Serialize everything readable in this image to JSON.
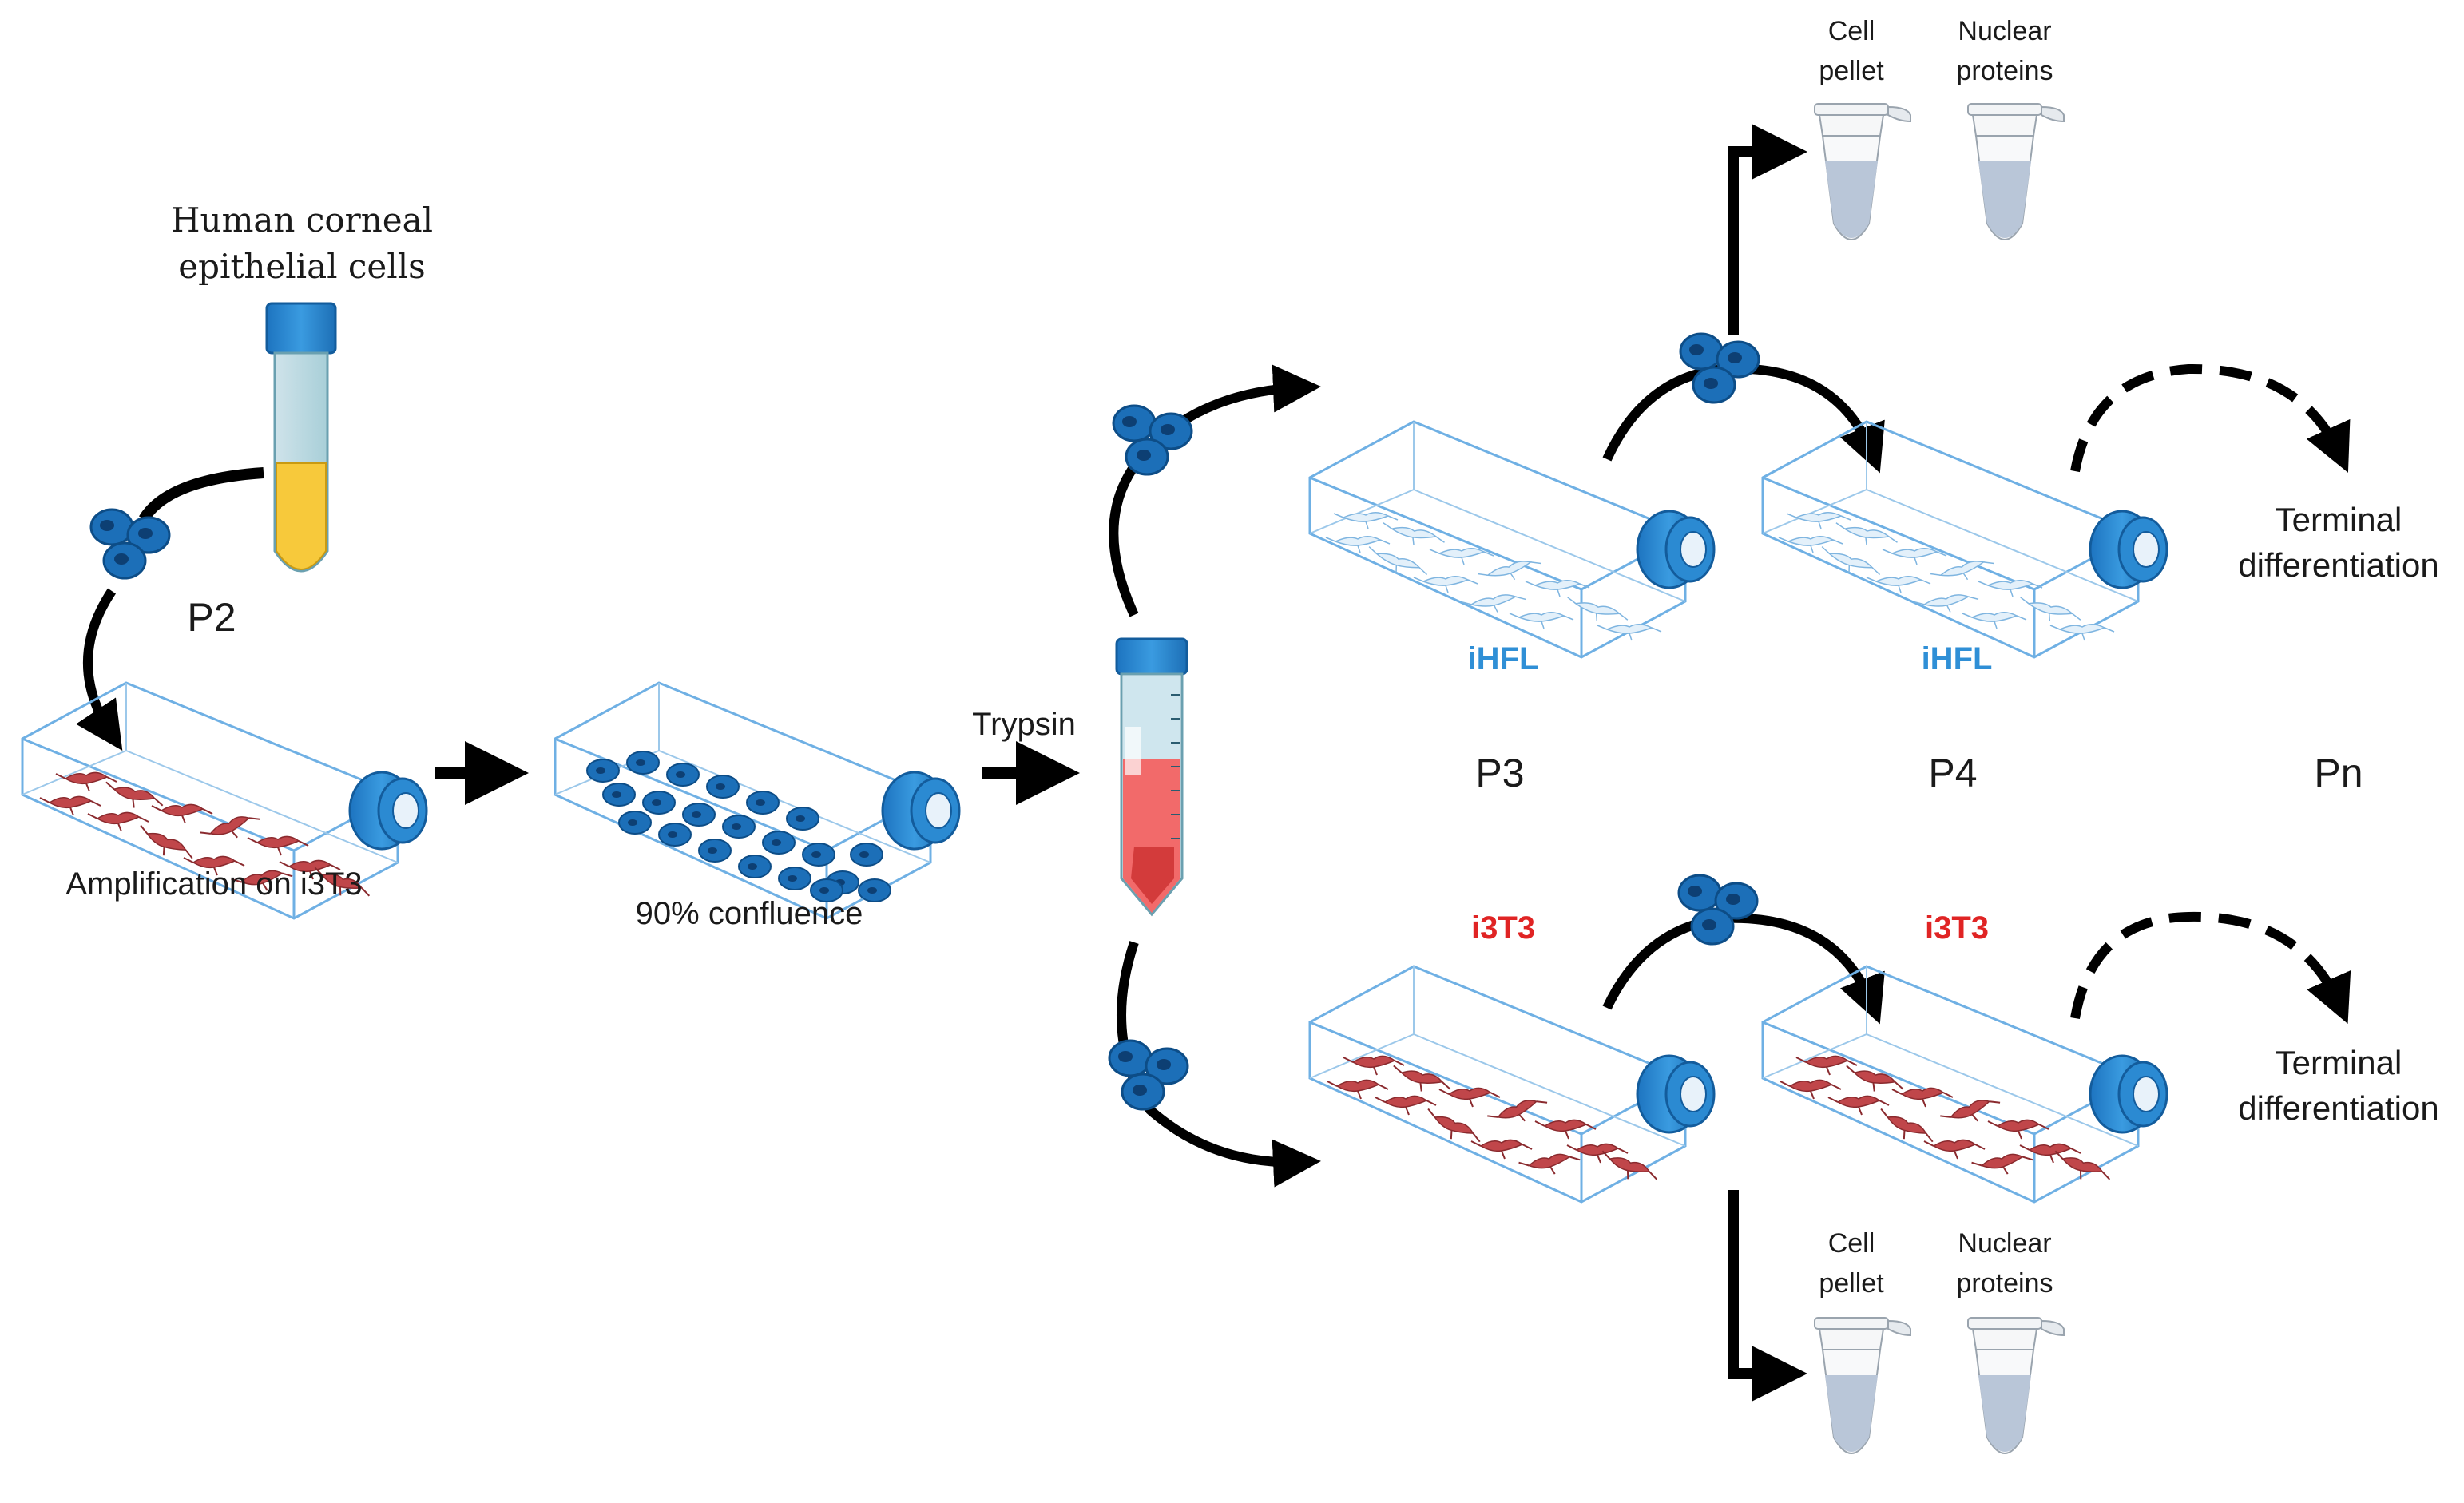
{
  "colors": {
    "ihfl": "#2f8fd6",
    "i3t3": "#e02424",
    "flask_edge": "#6fb0e4",
    "cap": "#1f7fc8",
    "cell": "#1c6fb8",
    "fibroblast": "#c0464a",
    "arrow": "#000000",
    "tube_liquid": "#b9c6d8"
  },
  "source": {
    "label_line1": "Human corneal",
    "label_line2": "epithelial cells",
    "passage": "P2"
  },
  "amplification": {
    "label": "Amplification on i3T3"
  },
  "confluence": {
    "label": "90% confluence"
  },
  "trypsin": {
    "label": "Trypsin"
  },
  "passages": {
    "p3": "P3",
    "p4": "P4",
    "pn": "Pn"
  },
  "cultures": {
    "ihfl": "iHFL",
    "i3t3": "i3T3"
  },
  "terminal": {
    "line1": "Terminal",
    "line2": "differentiation"
  },
  "samples": {
    "cell_pellet_line1": "Cell",
    "cell_pellet_line2": "pellet",
    "nuclear_line1": "Nuclear",
    "nuclear_line2": "proteins"
  },
  "icons": [
    "test-tube-icon",
    "cell-cluster-icon",
    "culture-flask-icon",
    "falcon-tube-icon",
    "eppendorf-tube-icon",
    "arrow-icon"
  ]
}
